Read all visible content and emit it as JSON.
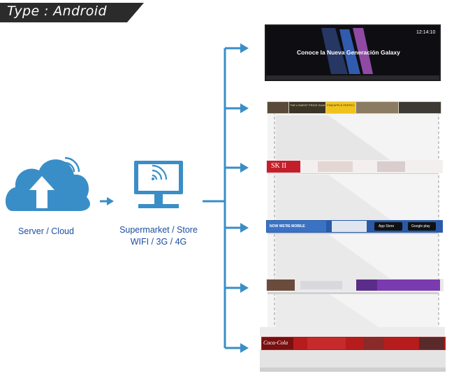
{
  "header": {
    "title": "Type : Android",
    "bg_color": "#2b2b2b"
  },
  "nodes": {
    "server": {
      "label": "Server / Cloud",
      "icon": "cloud-upload-icon"
    },
    "store": {
      "line1": "Supermarket / Store",
      "line2": "WIFI / 3G / 4G",
      "icon": "monitor-wifi-icon"
    }
  },
  "top_display": {
    "clock": "12:14:10",
    "headline": "Conoce la Nueva Generación Galaxy"
  },
  "shelf_strips": [
    {
      "id": "strip-1",
      "texts": [
        "THE LOWEST PRICE GUARANTEED",
        "PINEAPPLE PERFECT"
      ]
    },
    {
      "id": "strip-2",
      "texts": [
        "SK II"
      ]
    },
    {
      "id": "strip-3",
      "texts": [
        "NOW WE'RE MOBILE",
        "App Store",
        "Google play"
      ]
    },
    {
      "id": "strip-4",
      "texts": []
    },
    {
      "id": "strip-5",
      "texts": [
        "Coca-Cola"
      ]
    }
  ],
  "colors": {
    "accent": "#3a8ec7",
    "label": "#1a4fa0",
    "cloud": "#3a8ec7"
  }
}
